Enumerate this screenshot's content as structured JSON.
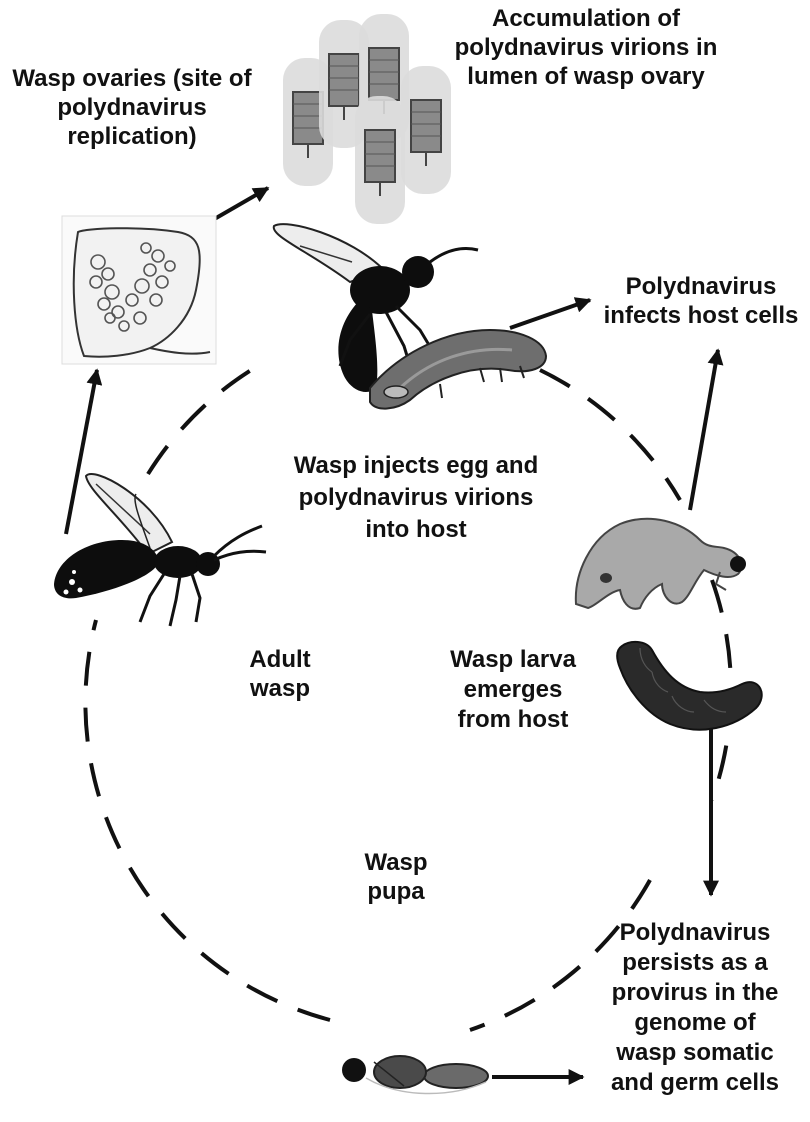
{
  "labels": {
    "wasp_ovaries": [
      "Wasp ovaries (site of",
      "polydnavirus",
      "replication)"
    ],
    "accumulation": [
      "Accumulation of",
      "polydnavirus virions in",
      "lumen of wasp ovary"
    ],
    "infects_host": [
      "Polydnavirus",
      "infects host cells"
    ],
    "injects": [
      "Wasp injects egg and",
      "polydnavirus virions",
      "into host"
    ],
    "adult_wasp": [
      "Adult",
      "wasp"
    ],
    "larva_emerges": [
      "Wasp larva",
      "emerges",
      "from host"
    ],
    "wasp_pupa": [
      "Wasp",
      "pupa"
    ],
    "persists": [
      "Polydnavirus",
      "persists as a",
      "provirus in the",
      "genome of",
      "wasp somatic",
      "and germ cells"
    ]
  },
  "colors": {
    "ink": "#111111",
    "wasp_body": "#0d0d0d",
    "caterpillar_host": "#a9a9a9",
    "virion_capsule": "#cfcfcf",
    "wasp_larva": "#2a2a2a"
  }
}
